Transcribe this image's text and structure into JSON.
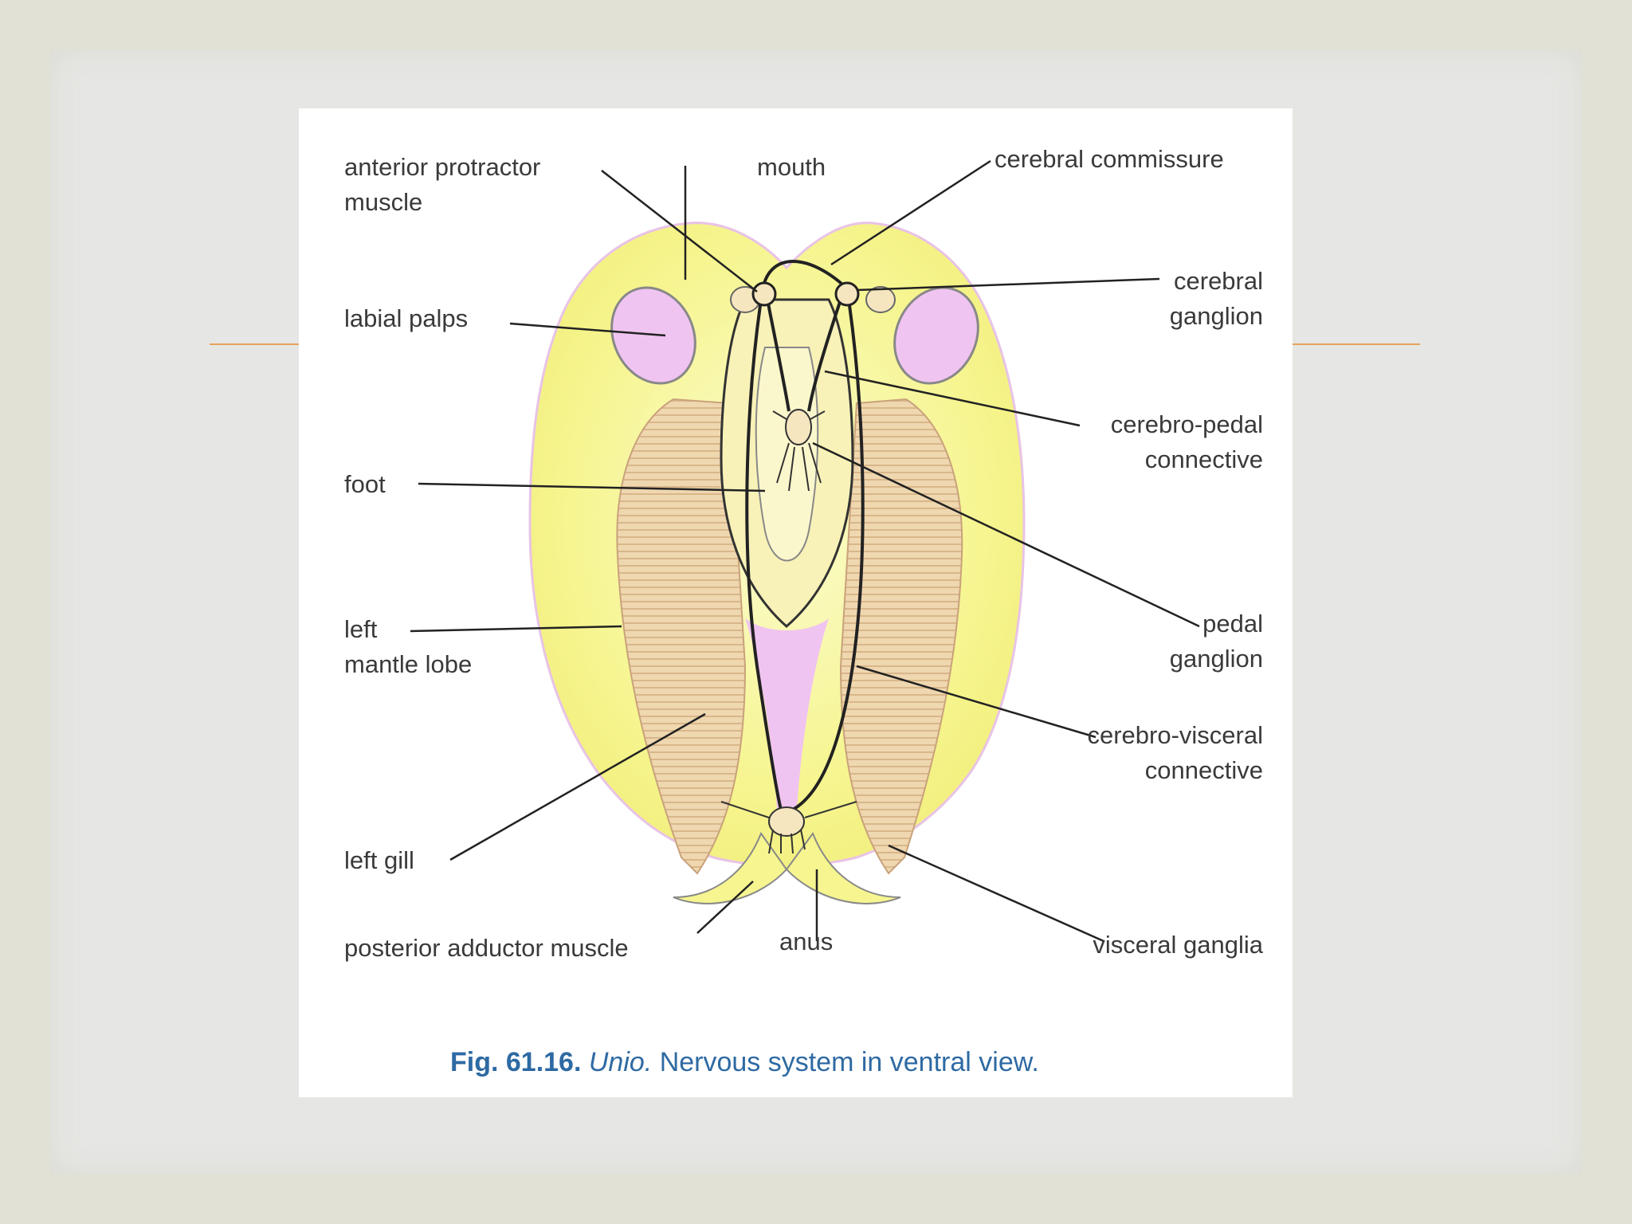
{
  "labels": {
    "anterior_protractor_muscle": [
      "anterior protractor",
      "muscle"
    ],
    "mouth": "mouth",
    "cerebral_commissure": "cerebral commissure",
    "cerebral_ganglion": [
      "cerebral",
      "ganglion"
    ],
    "labial_palps": "labial palps",
    "cerebro_pedal_connective": [
      "cerebro-pedal",
      "connective"
    ],
    "foot": "foot",
    "left_mantle_lobe": [
      "left",
      "mantle lobe"
    ],
    "pedal_ganglion": [
      "pedal",
      "ganglion"
    ],
    "cerebro_visceral_connective": [
      "cerebro-visceral",
      "connective"
    ],
    "left_gill": "left gill",
    "posterior_adductor_muscle": "posterior adductor muscle",
    "anus": "anus",
    "visceral_ganglia": "visceral ganglia"
  },
  "caption": {
    "fig_number": "Fig. 61.16.",
    "genus": "Unio.",
    "text": "Nervous system in ventral view."
  },
  "colors": {
    "mantle": "#f6f590",
    "mantle_edge": "#e9e26a",
    "outline_pink": "#e8c3e6",
    "palp": "#f0c4f0",
    "gill": "#efd7b0",
    "gill_stripe": "#d9b78a",
    "foot": "#f8f2b8",
    "nerve": "#222222",
    "caption": "#2e6aa3",
    "rule": "#e6a35a"
  }
}
